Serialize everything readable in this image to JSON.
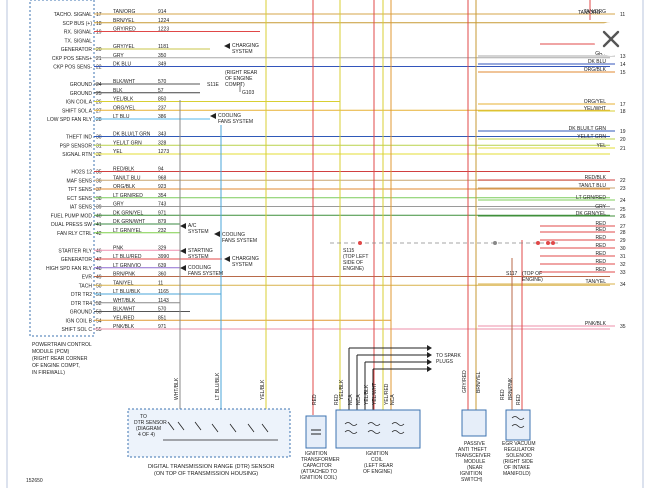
{
  "pcm_pins": [
    {
      "n": "17",
      "label": "TACHO. SIGNAL",
      "wire": "TAN/ORG",
      "circuit": "914",
      "color": "#d6a64a"
    },
    {
      "n": "18",
      "label": "SCP BUS (+)",
      "wire": "BRN/YEL",
      "circuit": "1224",
      "color": "#c79a33"
    },
    {
      "n": "19",
      "label": "RX. SIGNAL",
      "wire": "GRY/RED",
      "circuit": "1223",
      "color": "#e04848"
    },
    {
      "n": "",
      "label": "TX. SIGNAL",
      "wire": "",
      "circuit": "",
      "color": ""
    },
    {
      "n": "20",
      "label": "GENERATOR",
      "wire": "GRY/YEL",
      "circuit": "1181",
      "color": "#c9c44a"
    },
    {
      "n": "21",
      "label": "CKP POS SENS+",
      "wire": "GRY",
      "circuit": "350",
      "color": "#a8a8a8"
    },
    {
      "n": "22",
      "label": "CKP POS SENS-",
      "wire": "DK BLU",
      "circuit": "349",
      "color": "#3355bb"
    },
    {
      "n": "",
      "label": "",
      "wire": "",
      "circuit": "",
      "color": ""
    },
    {
      "n": "24",
      "label": "GROUND",
      "wire": "BLK/WHT",
      "circuit": "570",
      "color": "#555555"
    },
    {
      "n": "25",
      "label": "GROUND",
      "wire": "BLK",
      "circuit": "57",
      "color": "#444444"
    },
    {
      "n": "26",
      "label": "IGN COIL A",
      "wire": "YEL/BLK",
      "circuit": "850",
      "color": "#d8cf33"
    },
    {
      "n": "27",
      "label": "SHIFT SOL A",
      "wire": "ORG/YEL",
      "circuit": "237",
      "color": "#e7b133"
    },
    {
      "n": "28",
      "label": "LOW SPD FAN RLY",
      "wire": "LT BLU",
      "circuit": "386",
      "color": "#5ab8ea"
    },
    {
      "n": "",
      "label": "",
      "wire": "",
      "circuit": "",
      "color": ""
    },
    {
      "n": "30",
      "label": "THEFT IND",
      "wire": "DK BLU/LT GRN",
      "circuit": "343",
      "color": "#2f59b8"
    },
    {
      "n": "31",
      "label": "PSP SENSOR",
      "wire": "YEL/LT GRN",
      "circuit": "328",
      "color": "#b9d24a"
    },
    {
      "n": "32",
      "label": "SIGNAL RTN",
      "wire": "YEL",
      "circuit": "1273",
      "color": "#e3dc36"
    },
    {
      "n": "",
      "label": "",
      "wire": "",
      "circuit": "",
      "color": ""
    },
    {
      "n": "35",
      "label": "HO2S 12",
      "wire": "RED/BLK",
      "circuit": "94",
      "color": "#d04040"
    },
    {
      "n": "36",
      "label": "MAF SENS",
      "wire": "TAN/LT BLU",
      "circuit": "968",
      "color": "#c8a670"
    },
    {
      "n": "37",
      "label": "TFT SENS",
      "wire": "ORG/BLK",
      "circuit": "923",
      "color": "#e08a30"
    },
    {
      "n": "38",
      "label": "ECT SENS",
      "wire": "LT GRN/RED",
      "circuit": "354",
      "color": "#7ccc5a"
    },
    {
      "n": "39",
      "label": "IAT SENS",
      "wire": "GRY",
      "circuit": "743",
      "color": "#9a9a9a"
    },
    {
      "n": "40",
      "label": "FUEL PUMP MOD",
      "wire": "DK GRN/YEL",
      "circuit": "971",
      "color": "#3f8f3a"
    },
    {
      "n": "41",
      "label": "DUAL PRESS SW",
      "wire": "DK GRN/WHT",
      "circuit": "879",
      "color": "#3a8a40"
    },
    {
      "n": "42",
      "label": "FAN RLY CTRL",
      "wire": "LT GRN/YEL",
      "circuit": "232",
      "color": "#7fcf4a"
    },
    {
      "n": "",
      "label": "",
      "wire": "",
      "circuit": "",
      "color": ""
    },
    {
      "n": "46",
      "label": "STARTER RLY",
      "wire": "PNK",
      "circuit": "329",
      "color": "#ef8fb0"
    },
    {
      "n": "47",
      "label": "GENERATOR",
      "wire": "LT BLU/RED",
      "circuit": "3990",
      "color": "#e04848"
    },
    {
      "n": "48",
      "label": "HIGH SPD FAN RLY",
      "wire": "LT GRN/VIO",
      "circuit": "639",
      "color": "#8e6bd0"
    },
    {
      "n": "49",
      "label": "EVR",
      "wire": "BRN/PNK",
      "circuit": "360",
      "color": "#b86a4a"
    },
    {
      "n": "50",
      "label": "TACH",
      "wire": "TAN/YEL",
      "circuit": "11",
      "color": "#d8b24a"
    },
    {
      "n": "51",
      "label": "DTR TR2",
      "wire": "LT BLU/BLK",
      "circuit": "1165",
      "color": "#4aa6d8"
    },
    {
      "n": "52",
      "label": "DTR TR4",
      "wire": "WHT/BLK",
      "circuit": "1143",
      "color": "#888888"
    },
    {
      "n": "53",
      "label": "GROUND",
      "wire": "BLK/WHT",
      "circuit": "570",
      "color": "#555555"
    },
    {
      "n": "54",
      "label": "IGN COIL B",
      "wire": "YEL/RED",
      "circuit": "851",
      "color": "#e09a33"
    },
    {
      "n": "55",
      "label": "SHIFT SOL C",
      "wire": "PNK/BLK",
      "circuit": "971",
      "color": "#ee8fa8"
    }
  ],
  "right_wires": [
    {
      "wire": "TAN/ORG",
      "pin": "11",
      "color": "#d6a64a"
    },
    {
      "wire": "RED",
      "pin": "",
      "color": "#e04848"
    },
    {
      "wire": "GRY",
      "pin": "13",
      "color": "#a8a8a8"
    },
    {
      "wire": "DK BLU",
      "pin": "14",
      "color": "#3355bb"
    },
    {
      "wire": "ORG/BLK",
      "pin": "15",
      "color": "#e08a30"
    },
    {
      "wire": "ORG/YEL",
      "pin": "17",
      "color": "#e7b133"
    },
    {
      "wire": "YEL/WHT",
      "pin": "18",
      "color": "#d8cf33"
    },
    {
      "wire": "DK BLU/LT GRN",
      "pin": "19",
      "color": "#2f59b8"
    },
    {
      "wire": "YEL/LT GRN",
      "pin": "20",
      "color": "#b9d24a"
    },
    {
      "wire": "YEL",
      "pin": "21",
      "color": "#e3dc36"
    },
    {
      "wire": "RED/BLK",
      "pin": "22",
      "color": "#d04040"
    },
    {
      "wire": "TAN/LT BLU",
      "pin": "23",
      "color": "#c8a670"
    },
    {
      "wire": "LT GRN/RED",
      "pin": "24",
      "color": "#7ccc5a"
    },
    {
      "wire": "GRY",
      "pin": "25",
      "color": "#9a9a9a"
    },
    {
      "wire": "DK GRN/YEL",
      "pin": "26",
      "color": "#3f8f3a"
    },
    {
      "wire": "RED",
      "pin": "27",
      "color": "#e04848"
    },
    {
      "wire": "RED",
      "pin": "28",
      "color": "#e04848"
    },
    {
      "wire": "RED",
      "pin": "29",
      "color": "#e04848"
    },
    {
      "wire": "RED",
      "pin": "30",
      "color": "#e04848"
    },
    {
      "wire": "RED",
      "pin": "31",
      "color": "#e04848"
    },
    {
      "wire": "RED",
      "pin": "32",
      "color": "#e04848"
    },
    {
      "wire": "RED",
      "pin": "33",
      "color": "#e04848"
    },
    {
      "wire": "TAN/YEL",
      "pin": "34",
      "color": "#d8b24a"
    },
    {
      "wire": "PNK/BLK",
      "pin": "35",
      "color": "#ee8fa8"
    }
  ],
  "pcm_label": [
    "POWERTRAIN CONTROL",
    "MODULE (PCM)",
    "(RIGHT REAR CORNER",
    "OF ENGINE COMPT,",
    "IN FIREWALL)"
  ],
  "callouts": {
    "charging": [
      "CHARGING",
      "SYSTEM"
    ],
    "ground": [
      "(RIGHT REAR",
      "OF ENGINE",
      "COMPT)"
    ],
    "g103": "G103",
    "splice": "S11E",
    "cooling_low": [
      "COOLING",
      "FANS SYSTEM"
    ],
    "ac": [
      "A/C",
      "SYSTEM"
    ],
    "cooling_mid": [
      "COOLING",
      "FANS SYSTEM"
    ],
    "starting": [
      "STARTING",
      "SYSTEM"
    ],
    "charging2": [
      "CHARGING",
      "SYSTEM"
    ],
    "cooling_high": [
      "COOLING",
      "FANS SYSTEM"
    ],
    "s115": [
      "S115",
      "(TOP LEFT",
      "SIDE OF",
      "ENGINE)"
    ],
    "s117": [
      "S117",
      "(TOP OF",
      "ENGINE)"
    ],
    "spark": [
      "TO SPARK",
      "PLUGS"
    ],
    "dtr_note": [
      "TO",
      "DTR SENSOR",
      "(DIAGRAM",
      "4 OF 4)"
    ]
  },
  "components": {
    "dtr_title": [
      "DIGITAL TRANSMISSION RANGE (DTR) SENSOR",
      "(ON TOP OF TRANSMISSION HOUSING)"
    ],
    "capacitor": [
      "IGNITION",
      "TRANSFORMER",
      "CAPACITOR",
      "(ATTACHED TO",
      "IGNITION COIL)"
    ],
    "coil": [
      "IGNITION",
      "COIL",
      "(LEFT REAR",
      "OF ENGINE)"
    ],
    "pats": [
      "PASSIVE",
      "ANTI THEFT",
      "TRANSCEIVER",
      "MODULE",
      "(NEAR",
      "IGNITION",
      "SWITCH)"
    ],
    "egr": [
      "EGR VACUUM",
      "REGULATOR",
      "SOLENOID",
      "(RIGHT SIDE",
      "OF INTAKE",
      "MANIFOLD)"
    ]
  },
  "vertical_labels": [
    {
      "text": "WHT/BLK"
    },
    {
      "text": "LT BLU/BLK"
    },
    {
      "text": "YEL/BLK"
    },
    {
      "text": "RED"
    },
    {
      "text": "YEL/BLK"
    },
    {
      "text": "RED"
    },
    {
      "text": "NCA"
    },
    {
      "text": "NCA"
    },
    {
      "text": "YEL/BLK"
    },
    {
      "text": "YEL/WHT"
    },
    {
      "text": "YEL/RED"
    },
    {
      "text": "NCA"
    },
    {
      "text": "GRY/RED"
    },
    {
      "text": "BRN/YEL"
    },
    {
      "text": "RED"
    },
    {
      "text": "BRN/PNK"
    },
    {
      "text": "RED"
    }
  ],
  "figure_code": "152650",
  "top_right_wire": "TAN/ORG",
  "close_icon": "close-icon"
}
